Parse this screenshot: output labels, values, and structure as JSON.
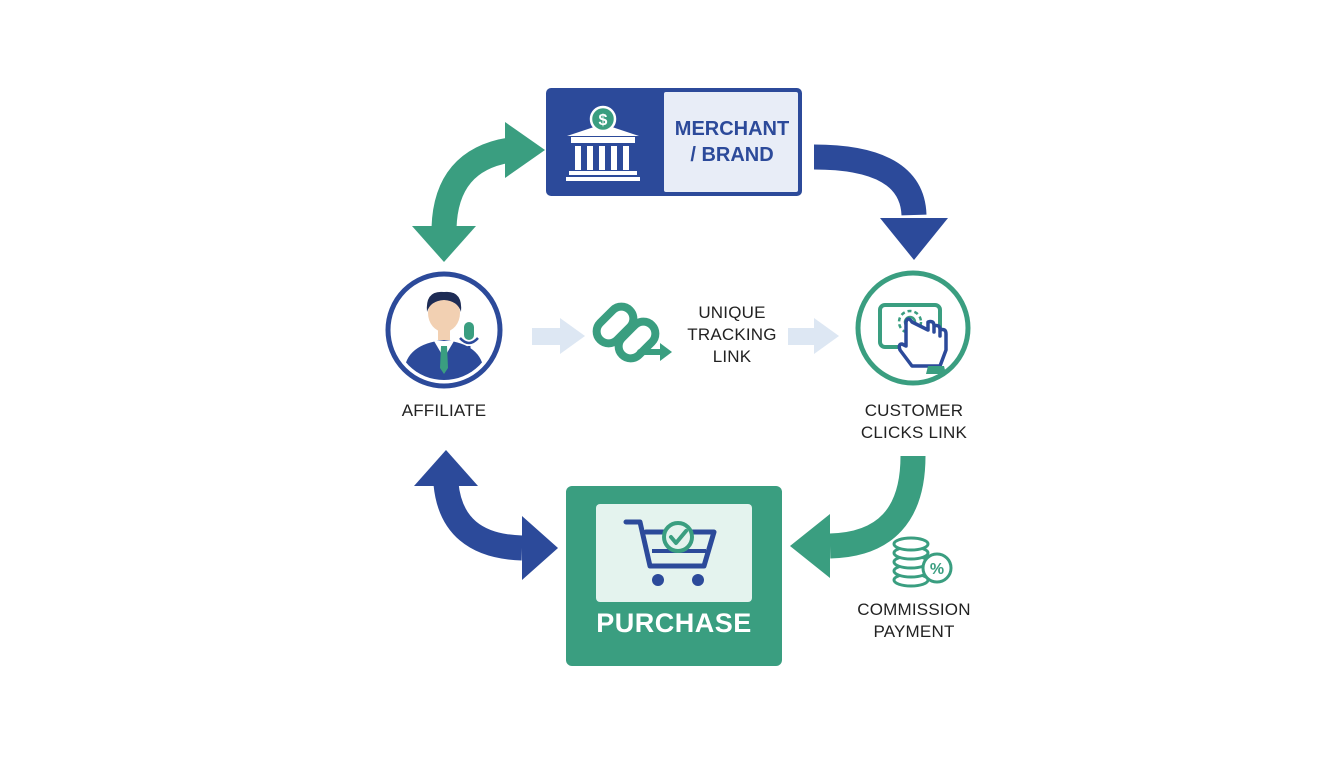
{
  "colors": {
    "navy": "#2c4a9a",
    "green": "#3a9e80",
    "light_arrow": "#dde7f3",
    "panel_light": "#e8edf7",
    "panel_green_light": "#e4f3ee"
  },
  "nodes": {
    "merchant": {
      "label": "MERCHANT\n/ BRAND",
      "icon": "bank-icon"
    },
    "affiliate": {
      "label": "AFFILIATE",
      "icon": "person-microphone-icon"
    },
    "tracking_link": {
      "label": "UNIQUE\nTRACKING\nLINK",
      "icon": "chain-link-icon"
    },
    "customer": {
      "label": "CUSTOMER\nCLICKS LINK",
      "icon": "tablet-tap-icon"
    },
    "purchase": {
      "label": "PURCHASE",
      "icon": "shopping-cart-check-icon"
    },
    "commission": {
      "label": "COMMISSION\nPAYMENT",
      "icon": "coins-percent-icon"
    }
  }
}
